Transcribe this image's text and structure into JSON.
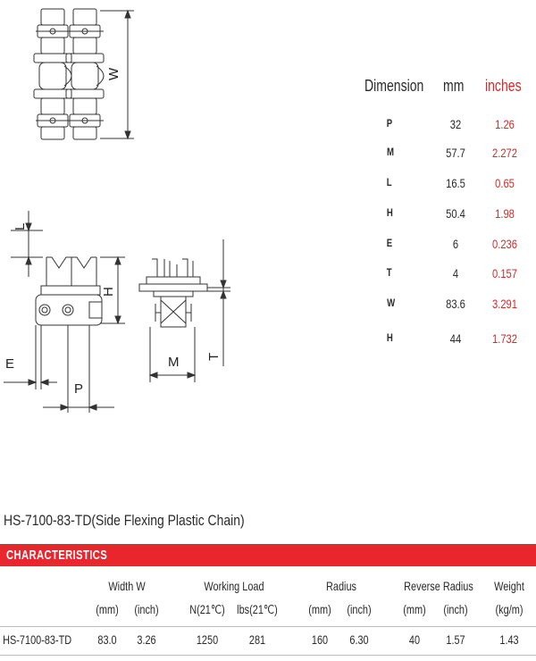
{
  "drawing_labels": {
    "w": "W",
    "l": "L",
    "h": "H",
    "e": "E",
    "p": "P",
    "m": "M",
    "t": "T"
  },
  "dimensions": {
    "headers": {
      "dimension": "Dimension",
      "mm": "mm",
      "inches": "inches"
    },
    "rows": [
      {
        "symbol": "P",
        "mm": "32",
        "inches": "1.26"
      },
      {
        "symbol": "M",
        "mm": "57.7",
        "inches": "2.272"
      },
      {
        "symbol": "L",
        "mm": "16.5",
        "inches": "0.65"
      },
      {
        "symbol": "H",
        "mm": "50.4",
        "inches": "1.98"
      },
      {
        "symbol": "E",
        "mm": "6",
        "inches": "0.236"
      },
      {
        "symbol": "T",
        "mm": "4",
        "inches": "0.157"
      },
      {
        "symbol": "W",
        "mm": "83.6",
        "inches": "3.291"
      },
      {
        "symbol": "H",
        "mm": "44",
        "inches": "1.732"
      }
    ]
  },
  "product": {
    "title": "HS-7100-83-TD(Side Flexing Plastic Chain)"
  },
  "characteristics": {
    "section_title": "CHARACTERISTICS",
    "groups": {
      "width": "Width W",
      "working_load": "Working Load",
      "radius": "Radius",
      "reverse_radius": "Reverse Radius",
      "weight": "Weight"
    },
    "units": {
      "width_mm": "(mm)",
      "width_inch": "(inch)",
      "load_n": "N(21℃)",
      "load_lbs": "lbs(21℃)",
      "radius_mm": "(mm)",
      "radius_inch": "(inch)",
      "rev_mm": "(mm)",
      "rev_inch": "(inch)",
      "weight": "(kg/m)"
    },
    "row": {
      "model": "HS-7100-83-TD",
      "width_mm": "83.0",
      "width_inch": "3.26",
      "load_n": "1250",
      "load_lbs": "281",
      "radius_mm": "160",
      "radius_inch": "6.30",
      "rev_mm": "40",
      "rev_inch": "1.57",
      "weight": "1.43"
    }
  },
  "colors": {
    "accent_red": "#e8262b",
    "inches_red": "#d42a2a"
  }
}
